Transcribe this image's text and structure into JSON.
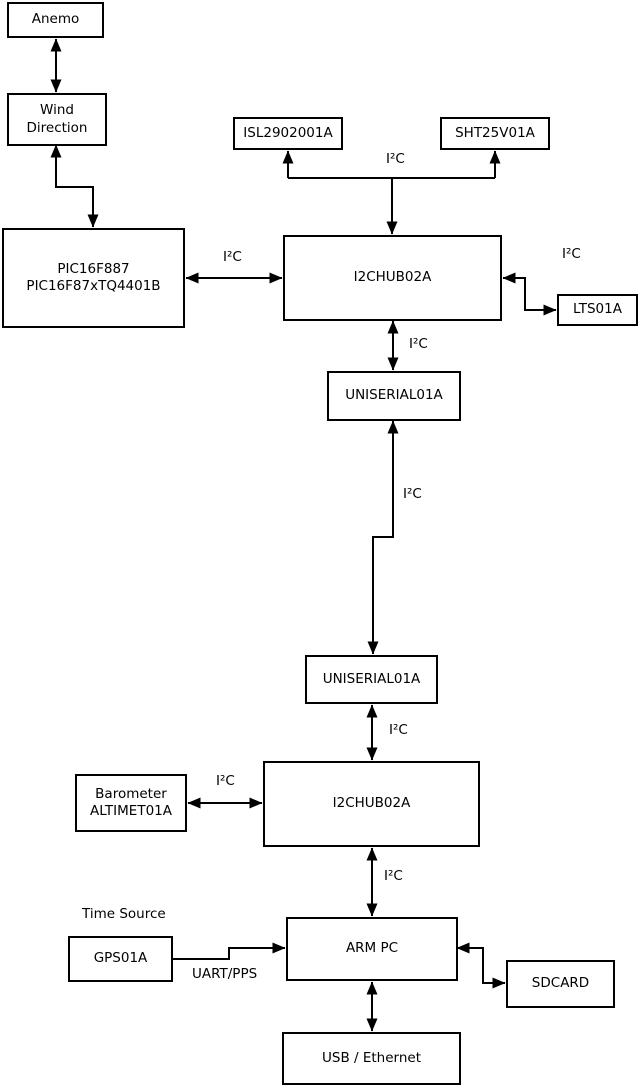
{
  "diagram": {
    "type": "block-diagram",
    "nodes": {
      "anemo": {
        "label": "Anemo"
      },
      "wind_direction": {
        "label": "Wind\nDirection"
      },
      "pic": {
        "label": "PIC16F887\nPIC16F87xTQ4401B"
      },
      "isl": {
        "label": "ISL2902001A"
      },
      "sht": {
        "label": "SHT25V01A"
      },
      "i2c_hub_1": {
        "label": "I2CHUB02A"
      },
      "lts": {
        "label": "LTS01A"
      },
      "uniserial_1": {
        "label": "UNISERIAL01A"
      },
      "uniserial_2": {
        "label": "UNISERIAL01A"
      },
      "barometer": {
        "label": "Barometer\nALTIMET01A"
      },
      "i2c_hub_2": {
        "label": "I2CHUB02A"
      },
      "gps": {
        "label": "GPS01A"
      },
      "arm_pc": {
        "label": "ARM PC"
      },
      "sdcard": {
        "label": "SDCARD"
      },
      "usb_ethernet": {
        "label": "USB / Ethernet"
      }
    },
    "edge_labels": {
      "i2c": "I²C",
      "uart_pps": "UART/PPS"
    },
    "annotations": {
      "time_source": "Time Source"
    },
    "colors": {
      "background": "#ffffff",
      "box_fill": "#ffffff",
      "box_border": "#000000",
      "line": "#000000",
      "text": "#000000"
    }
  }
}
